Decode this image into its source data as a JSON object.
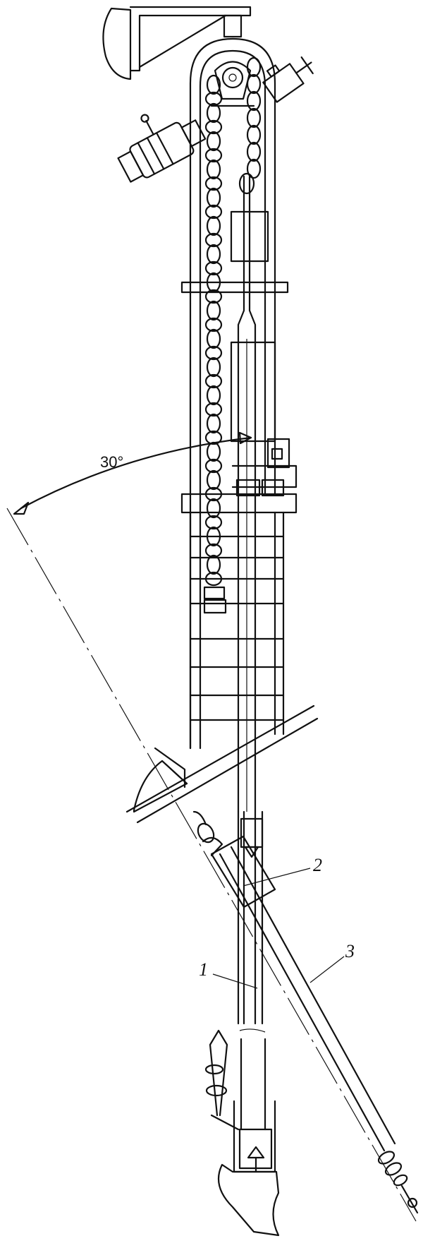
{
  "diagram": {
    "angle_label": "30°",
    "callouts": [
      {
        "id": "callout-1",
        "text": "1"
      },
      {
        "id": "callout-2",
        "text": "2"
      },
      {
        "id": "callout-3",
        "text": "3"
      }
    ]
  }
}
